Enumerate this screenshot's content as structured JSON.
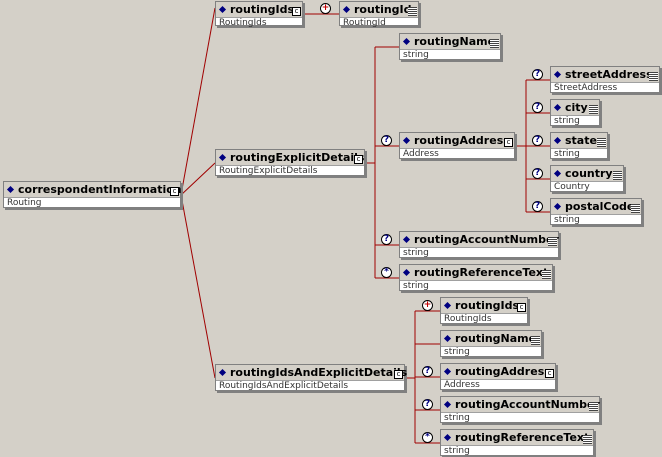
{
  "diagram": {
    "nodes": [
      {
        "id": "correspondentInformation",
        "name": "correspondentInformation",
        "type": "Routing",
        "right": "c"
      },
      {
        "id": "routingIds",
        "name": "routingIds",
        "type": "RoutingIds",
        "right": "c"
      },
      {
        "id": "routingId",
        "name": "routingId",
        "type": "RoutingId",
        "right": "lines"
      },
      {
        "id": "routingExplicitDetails",
        "name": "routingExplicitDetails",
        "type": "RoutingExplicitDetails",
        "right": "c"
      },
      {
        "id": "routingName",
        "name": "routingName",
        "type": "string",
        "right": "lines"
      },
      {
        "id": "routingAddress",
        "name": "routingAddress",
        "type": "Address",
        "right": "c"
      },
      {
        "id": "streetAddress",
        "name": "streetAddress",
        "type": "StreetAddress",
        "right": "lines"
      },
      {
        "id": "city",
        "name": "city",
        "type": "string",
        "right": "lines"
      },
      {
        "id": "state",
        "name": "state",
        "type": "string",
        "right": "lines"
      },
      {
        "id": "country",
        "name": "country",
        "type": "Country",
        "right": "lines"
      },
      {
        "id": "postalCode",
        "name": "postalCode",
        "type": "string",
        "right": "lines"
      },
      {
        "id": "routingAccountNumber",
        "name": "routingAccountNumber",
        "type": "string",
        "right": "lines"
      },
      {
        "id": "routingReferenceText",
        "name": "routingReferenceText",
        "type": "string",
        "right": "lines"
      },
      {
        "id": "routingIdsAndExplicitDetails",
        "name": "routingIdsAndExplicitDetails",
        "type": "RoutingIdsAndExplicitDetails",
        "right": "c"
      },
      {
        "id": "routingIds2",
        "name": "routingIds",
        "type": "RoutingIds",
        "right": "c"
      },
      {
        "id": "routingName2",
        "name": "routingName",
        "type": "string",
        "right": "lines"
      },
      {
        "id": "routingAddress2",
        "name": "routingAddress",
        "type": "Address",
        "right": "c"
      },
      {
        "id": "routingAccountNumber2",
        "name": "routingAccountNumber",
        "type": "string",
        "right": "lines"
      },
      {
        "id": "routingReferenceText2",
        "name": "routingReferenceText",
        "type": "string",
        "right": "lines"
      }
    ],
    "markers": [
      {
        "id": "m-routingId",
        "symbol": "+",
        "kind": "plus"
      },
      {
        "id": "m-routingAddress",
        "symbol": "?",
        "kind": "q"
      },
      {
        "id": "m-streetAddress",
        "symbol": "?",
        "kind": "q"
      },
      {
        "id": "m-city",
        "symbol": "?",
        "kind": "q"
      },
      {
        "id": "m-state",
        "symbol": "?",
        "kind": "q"
      },
      {
        "id": "m-country",
        "symbol": "?",
        "kind": "q"
      },
      {
        "id": "m-postalCode",
        "symbol": "?",
        "kind": "q"
      },
      {
        "id": "m-routingAccountNumber",
        "symbol": "?",
        "kind": "q"
      },
      {
        "id": "m-routingReferenceText",
        "symbol": "*",
        "kind": "star"
      },
      {
        "id": "m-routingIds2",
        "symbol": "+",
        "kind": "plus"
      },
      {
        "id": "m-routingAddress2",
        "symbol": "?",
        "kind": "q"
      },
      {
        "id": "m-routingAccountNumber2",
        "symbol": "?",
        "kind": "q"
      },
      {
        "id": "m-routingReferenceText2",
        "symbol": "*",
        "kind": "star"
      }
    ],
    "colors": {
      "background": "#d4d0c8",
      "connector": "#a00000",
      "node_header": "#d4d0c8",
      "diamond": "#000080"
    }
  }
}
